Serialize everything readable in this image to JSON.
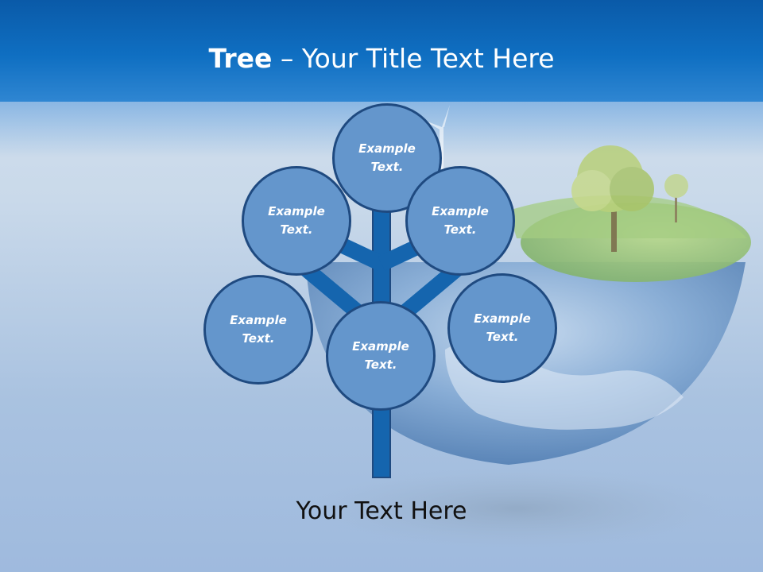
{
  "slide": {
    "title_bold": "Tree",
    "title_rest": " – Your Title Text Here",
    "footer_text": "Your Text Here"
  },
  "tree": {
    "nodes": [
      {
        "id": "top",
        "label": "Example Text."
      },
      {
        "id": "upper-left",
        "label": "Example Text."
      },
      {
        "id": "upper-right",
        "label": "Example Text."
      },
      {
        "id": "lower-left",
        "label": "Example Text."
      },
      {
        "id": "center",
        "label": "Example Text."
      },
      {
        "id": "lower-right",
        "label": "Example Text."
      }
    ]
  },
  "colors": {
    "header": "#0f6fc2",
    "node_fill": "#6496cc",
    "node_border": "#1f4a80",
    "trunk": "#1565ae"
  }
}
